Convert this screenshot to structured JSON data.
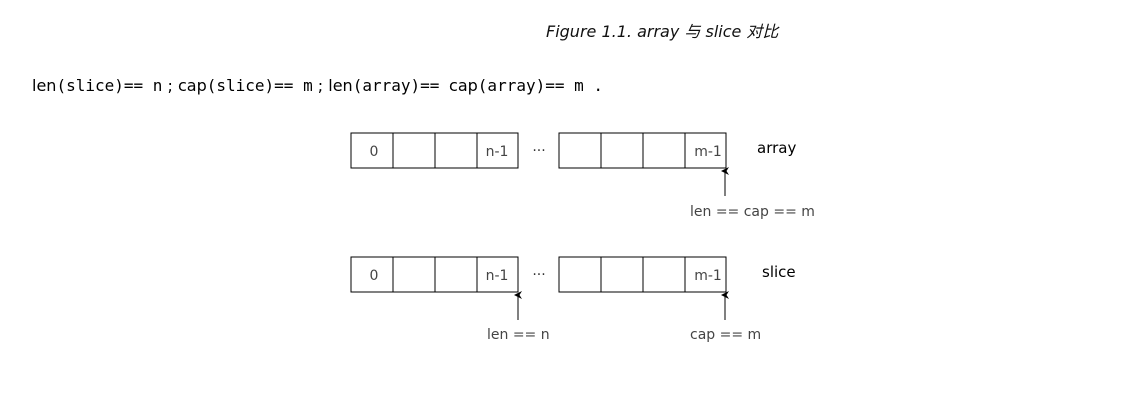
{
  "figure_caption": "Figure 1.1. array 与 slice 对比",
  "formula": {
    "part1": "len",
    "part2": "(slice)== n",
    "sep1": " ; ",
    "part3": "cap",
    "part4": "(slice)== m",
    "sep2": " ; ",
    "part5": "len",
    "part6": "(array)== ",
    "part7": "cap",
    "part8": "(array)== m",
    "end": " ."
  },
  "array_row": {
    "label": "array",
    "cells_left": [
      "0",
      "",
      "",
      "n-1"
    ],
    "ellipsis": "···",
    "cells_right": [
      "",
      "",
      "",
      "m-1"
    ],
    "pointer_label": "len == cap == m"
  },
  "slice_row": {
    "label": "slice",
    "cells_left": [
      "0",
      "",
      "",
      "n-1"
    ],
    "ellipsis": "···",
    "cells_right": [
      "",
      "",
      "",
      "m-1"
    ],
    "len_pointer_label": "len == n",
    "cap_pointer_label": "cap == m"
  }
}
